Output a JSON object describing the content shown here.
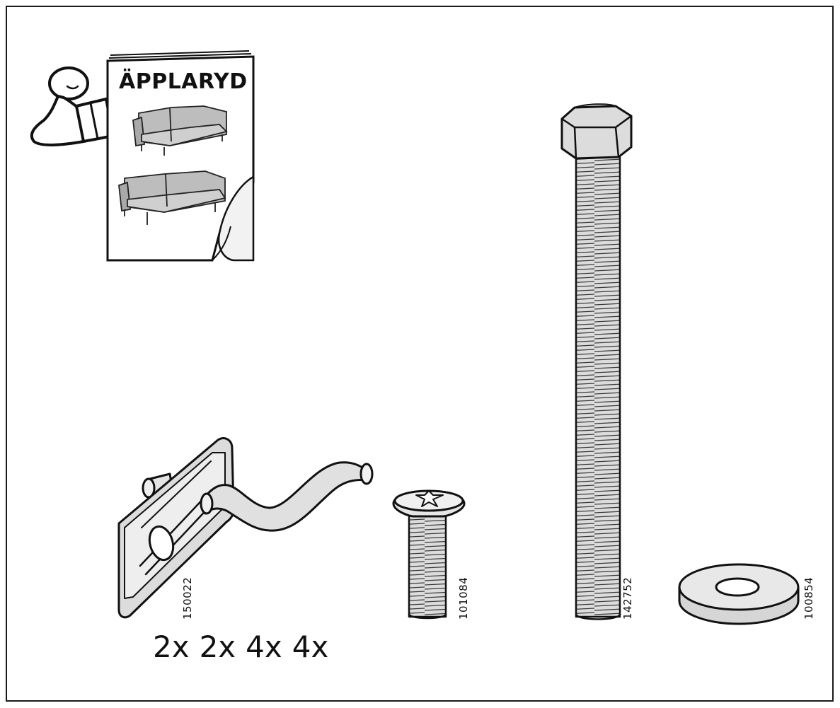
{
  "manual": {
    "product_name": "ÄPPLARYD"
  },
  "parts": [
    {
      "number": "150022"
    },
    {
      "number": "101084"
    },
    {
      "number": "142752"
    },
    {
      "number": "100854"
    }
  ],
  "quantities": [
    "2x",
    "2x",
    "4x",
    "4x"
  ],
  "icons": {
    "reader": "person-reading-icon",
    "booklet": "instruction-booklet-icon",
    "bracket": "bracket-hook-icon",
    "screw": "phillips-screw-icon",
    "bolt": "hex-bolt-icon",
    "washer": "washer-icon"
  }
}
